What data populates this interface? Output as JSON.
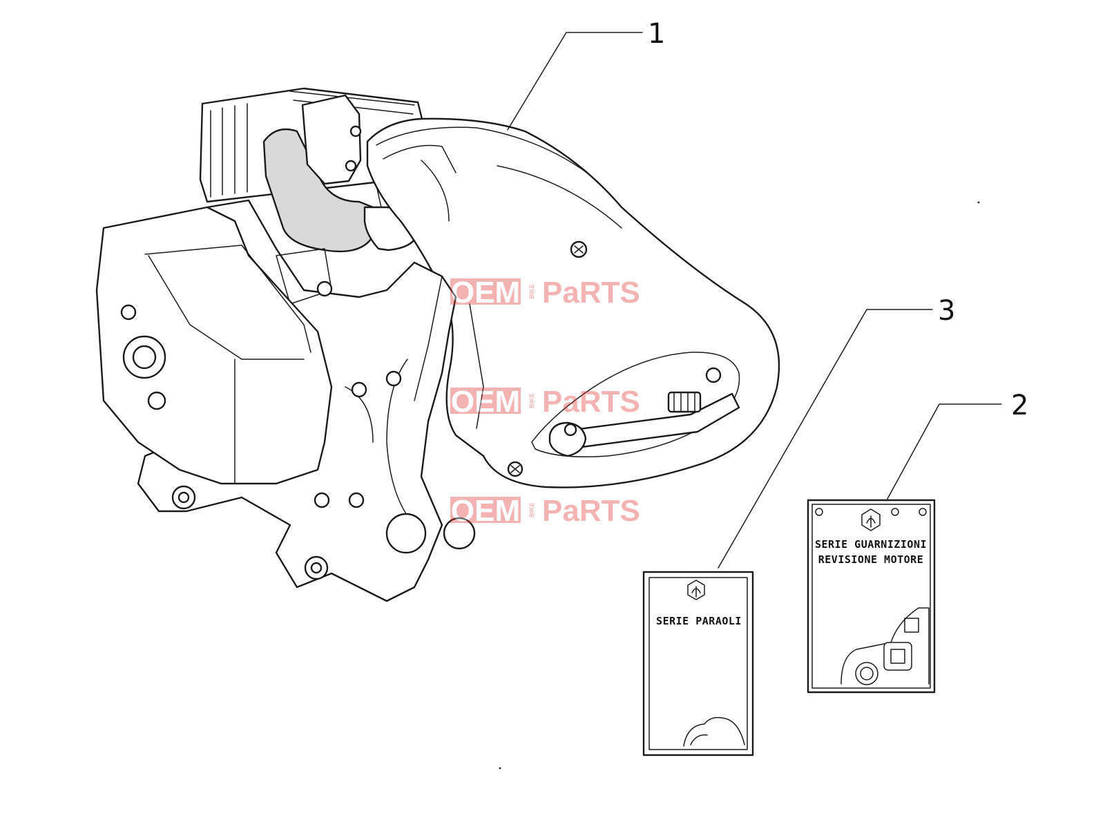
{
  "callouts": [
    {
      "number": "1"
    },
    {
      "number": "2"
    },
    {
      "number": "3"
    }
  ],
  "kit_2": {
    "line1": "SERIE GUARNIZIONI",
    "line2": "REVISIONE MOTORE"
  },
  "kit_3": {
    "line1": "SERIE PARAOLI"
  },
  "watermark": {
    "word1": "OEM",
    "word2": "BIKE",
    "word3": "PaRTS",
    "color": "#e23b3b"
  },
  "icons": [
    "piaggio-logo-icon"
  ]
}
